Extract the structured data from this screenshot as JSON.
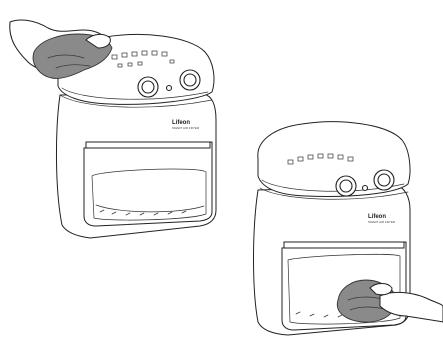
{
  "illustration": {
    "brand_text": "Lifeon",
    "brand_subtext": "SMART AIR FRYER",
    "panels": [
      {
        "name": "clean-top-panel"
      },
      {
        "name": "clean-window"
      }
    ]
  }
}
